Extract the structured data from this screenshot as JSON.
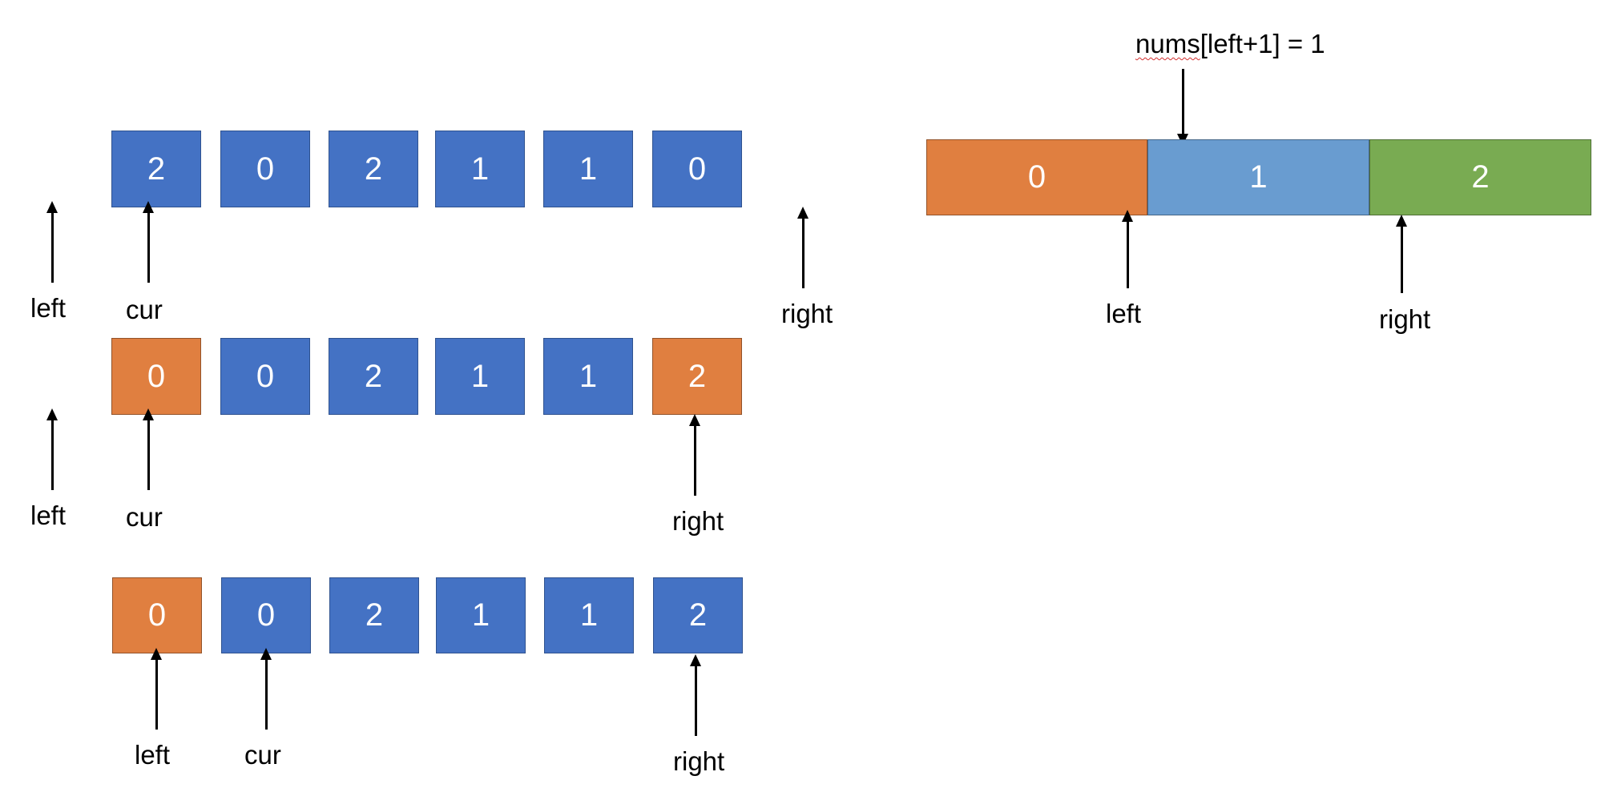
{
  "colors": {
    "blue": "#4472C4",
    "orange": "#E07F40",
    "light_blue": "#699CD0",
    "green": "#79AB52",
    "border": "#2F528F"
  },
  "rows": [
    {
      "cells": [
        {
          "value": "2",
          "color": "blue"
        },
        {
          "value": "0",
          "color": "blue"
        },
        {
          "value": "2",
          "color": "blue"
        },
        {
          "value": "1",
          "color": "blue"
        },
        {
          "value": "1",
          "color": "blue"
        },
        {
          "value": "0",
          "color": "blue"
        }
      ],
      "pointers": {
        "left": "left",
        "cur": "cur",
        "right": "right"
      }
    },
    {
      "cells": [
        {
          "value": "0",
          "color": "orange"
        },
        {
          "value": "0",
          "color": "blue"
        },
        {
          "value": "2",
          "color": "blue"
        },
        {
          "value": "1",
          "color": "blue"
        },
        {
          "value": "1",
          "color": "blue"
        },
        {
          "value": "2",
          "color": "orange"
        }
      ],
      "pointers": {
        "left": "left",
        "cur": "cur",
        "right": "right"
      }
    },
    {
      "cells": [
        {
          "value": "0",
          "color": "orange"
        },
        {
          "value": "0",
          "color": "blue"
        },
        {
          "value": "2",
          "color": "blue"
        },
        {
          "value": "1",
          "color": "blue"
        },
        {
          "value": "1",
          "color": "blue"
        },
        {
          "value": "2",
          "color": "blue"
        }
      ],
      "pointers": {
        "left": "left",
        "cur": "cur",
        "right": "right"
      }
    }
  ],
  "partition": {
    "segments": [
      {
        "value": "0",
        "color": "orange"
      },
      {
        "value": "1",
        "color": "light_blue"
      },
      {
        "value": "2",
        "color": "green"
      }
    ],
    "annotation_word": "nums",
    "annotation_rest": "[left+1] = 1",
    "left_label": "left",
    "right_label": "right"
  }
}
